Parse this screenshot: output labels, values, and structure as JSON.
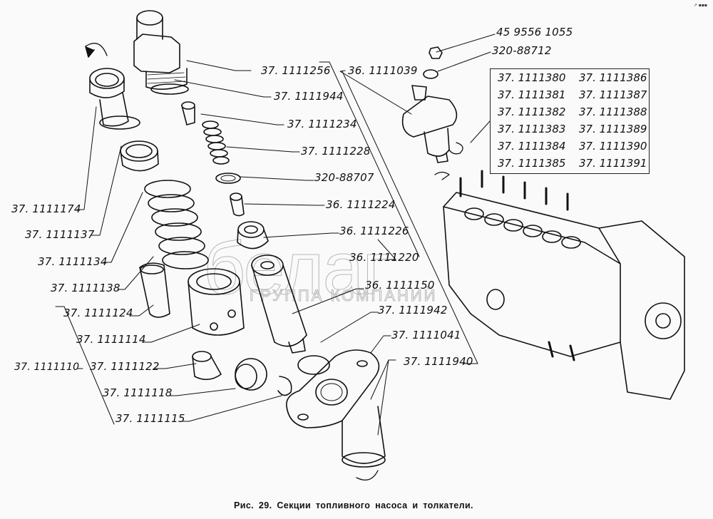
{
  "caption": "Рис. 29. Секции топливного насоса и толкатели.",
  "watermark": {
    "main": "белаг",
    "sub": "ГРУППА КОМПАНИЙ"
  },
  "corner_mark": "↗ ▪▪▪",
  "labels": {
    "p45_9556_1055": "45 9556 1055",
    "p320_88712": "320-88712",
    "p37_1111256": "37. 1111256",
    "p36_1111039": "36. 1111039",
    "p37_1111944": "37. 1111944",
    "p37_1111234": "37. 1111234",
    "p37_1111228": "37. 1111228",
    "p320_88707": "320-88707",
    "p36_1111224": "36. 1111224",
    "p36_1111226": "36. 1111226",
    "p36_1111220": "36. 1111220",
    "p36_1111150": "36. 1111150",
    "p37_1111942": "37. 1111942",
    "p37_1111041": "37. 1111041",
    "p37_1111940": "37. 1111940",
    "p37_1111174": "37. 1111174",
    "p37_1111137": "37. 1111137",
    "p37_1111134": "37. 1111134",
    "p37_1111138": "37. 1111138",
    "p37_1111124": "37. 1111124",
    "p37_1111114": "37. 1111114",
    "p37_1111110": "37. 1111110",
    "p37_1111122": "37. 1111122",
    "p37_1111118": "37. 1111118",
    "p37_1111115": "37. 1111115"
  },
  "parts_table": {
    "left": [
      "37. 1111380",
      "37. 1111381",
      "37. 1111382",
      "37. 1111383",
      "37. 1111384",
      "37. 1111385"
    ],
    "right": [
      "37. 1111386",
      "37. 1111387",
      "37. 1111388",
      "37. 1111389",
      "37. 1111390",
      "37. 1111391"
    ]
  }
}
